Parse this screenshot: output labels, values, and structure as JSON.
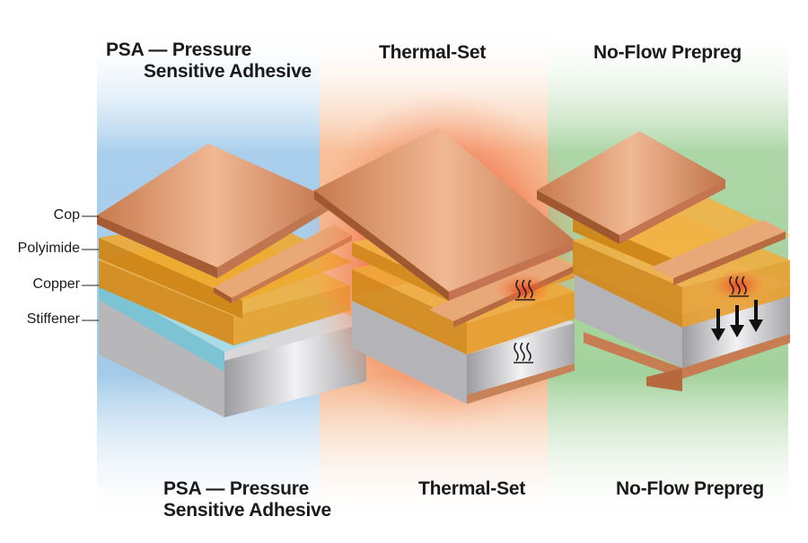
{
  "columns": [
    {
      "id": "psa",
      "title_line1": "PSA — Pressure",
      "title_line2": "Sensitive Adhesive"
    },
    {
      "id": "thermal",
      "title_line1": "Thermal-Set",
      "title_line2": ""
    },
    {
      "id": "noflow",
      "title_line1": "No-Flow Prepreg",
      "title_line2": ""
    }
  ],
  "layer_labels": [
    "Cop",
    "Polyimide",
    "Copper",
    "Stiffener"
  ],
  "icons": {
    "heat": "heat-waves-icon",
    "pressure": "down-arrow-icon"
  },
  "colors": {
    "copper_light": "#e9a877",
    "copper_dark": "#b9673c",
    "polyimide": "#e9a021",
    "polyimide_dark": "#c07a14",
    "stiffener": "#c9c9cb",
    "adhesive_blue": "#9fd6e0",
    "psa_bg": "#a9cdea",
    "thermal_bg": "#f6b78a",
    "thermal_glow": "#ec4a2a",
    "noflow_bg": "#a8d3a0"
  }
}
